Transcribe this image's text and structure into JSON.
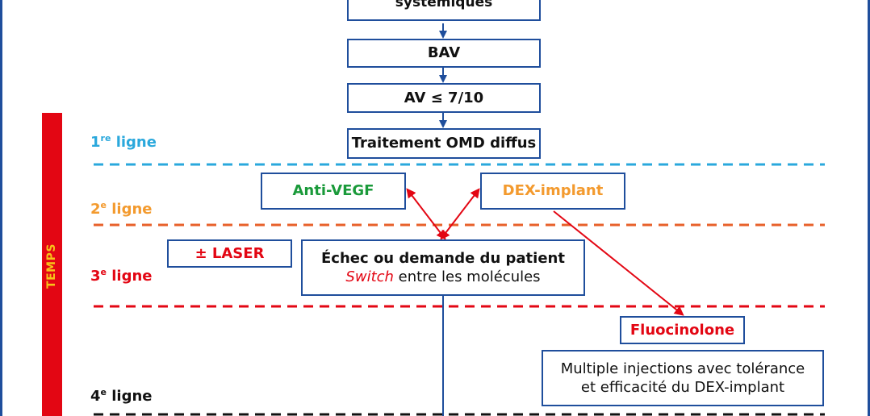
{
  "boxes": {
    "systemic": "systémiques",
    "bav": "BAV",
    "av": "AV ≤ 7/10",
    "traitement": "Traitement OMD diffus",
    "antivegf": "Anti-VEGF",
    "dex": "DEX-implant",
    "laser": "± LASER",
    "echec_line1": "Échec ou demande du patient",
    "echec_switch": "Switch",
    "echec_line2_rest": " entre les molécules",
    "fluocinolone": "Fluocinolone",
    "multiple_line1": "Multiple injections avec tolérance",
    "multiple_line2": "et efficacité du DEX-implant"
  },
  "lines": {
    "l1_num": "1",
    "l1_sup": "re",
    "l2_num": "2",
    "l2_sup": "e",
    "l3_num": "3",
    "l3_sup": "e",
    "l4_num": "4",
    "l4_sup": "e",
    "word": " ligne"
  },
  "sidebar": {
    "label": "TEMPS"
  },
  "colors": {
    "blue": "#1f4e9c",
    "line1": "#2aa8dc",
    "line2": "#f39a2e",
    "line2_dash": "#e8602a",
    "line3": "#e30613",
    "line4": "#111111",
    "green": "#1a9a3a",
    "red": "#e30613",
    "orange": "#f39a2e",
    "temps_text": "#f7c31a"
  }
}
